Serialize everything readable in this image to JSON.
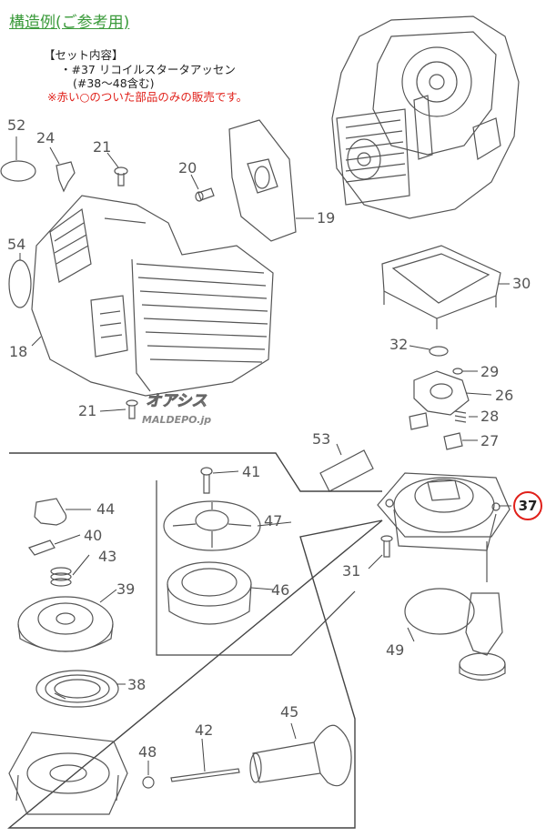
{
  "header": {
    "title": "構造例(ご参考用)",
    "set_heading": "【セット内容】",
    "set_item": "・#37 リコイルスタータアッセン",
    "set_item_sub": "(#38〜48含む)",
    "sale_note": "※赤い○のついた部品のみの販売です。"
  },
  "watermark": {
    "brand": "オアシス",
    "site": "MALDEPO.jp"
  },
  "parts": {
    "p52": "52",
    "p24": "24",
    "p21a": "21",
    "p20": "20",
    "p19": "19",
    "p54": "54",
    "p18": "18",
    "p30": "30",
    "p32": "32",
    "p29": "29",
    "p26": "26",
    "p28": "28",
    "p27": "27",
    "p21b": "21",
    "p53": "53",
    "p41": "41",
    "p44": "44",
    "p47": "47",
    "p40": "40",
    "p43": "43",
    "p39": "39",
    "p46": "46",
    "p38": "38",
    "p31": "31",
    "p49": "49",
    "p45": "45",
    "p42": "42",
    "p48": "48",
    "p37": "37"
  },
  "colors": {
    "highlight": "#e0201a",
    "title": "#3a9a3a",
    "line": "#444444"
  }
}
